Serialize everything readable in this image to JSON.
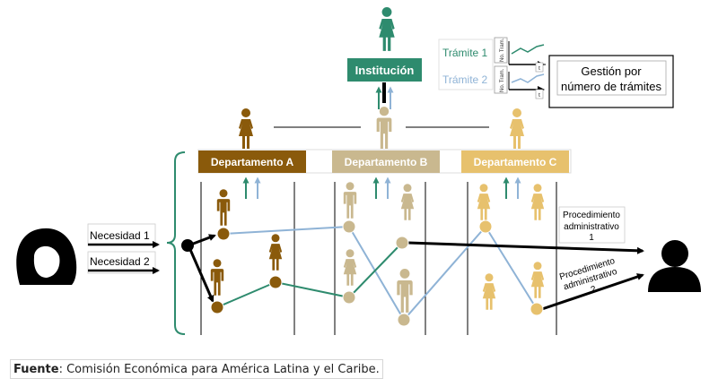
{
  "institution": {
    "label": "Institución"
  },
  "tramites": {
    "tramite1": "Trámite 1",
    "tramite2": "Trámite 2",
    "axis_label": "No. Tram.",
    "axis_t": "t"
  },
  "gestion_box": {
    "line1": "Gestión por",
    "line2": "número de trámites"
  },
  "departments": [
    {
      "label": "Departamento A",
      "color": "#8a5a0b"
    },
    {
      "label": "Departamento B",
      "color": "#c9b88f"
    },
    {
      "label": "Departamento C",
      "color": "#e7c16d"
    }
  ],
  "needs": {
    "need1": "Necesidad 1",
    "need2": "Necesidad 2"
  },
  "procedures": {
    "proc1_line1": "Procedimiento",
    "proc1_line2": "administrativo",
    "proc1_num": "1",
    "proc2_line1": "Procedimiento",
    "proc2_line2": "administrativo",
    "proc2_num": "2"
  },
  "caption": {
    "label": "Fuente",
    "text": ": Comisión Económica para América Latina y el Caribe."
  },
  "colors": {
    "teal": "#2e8b6e",
    "lightblue": "#8fb3d6",
    "dept_a": "#8a5a0b",
    "dept_b": "#c9b88f",
    "dept_c": "#e7c16d",
    "black": "#000000"
  }
}
